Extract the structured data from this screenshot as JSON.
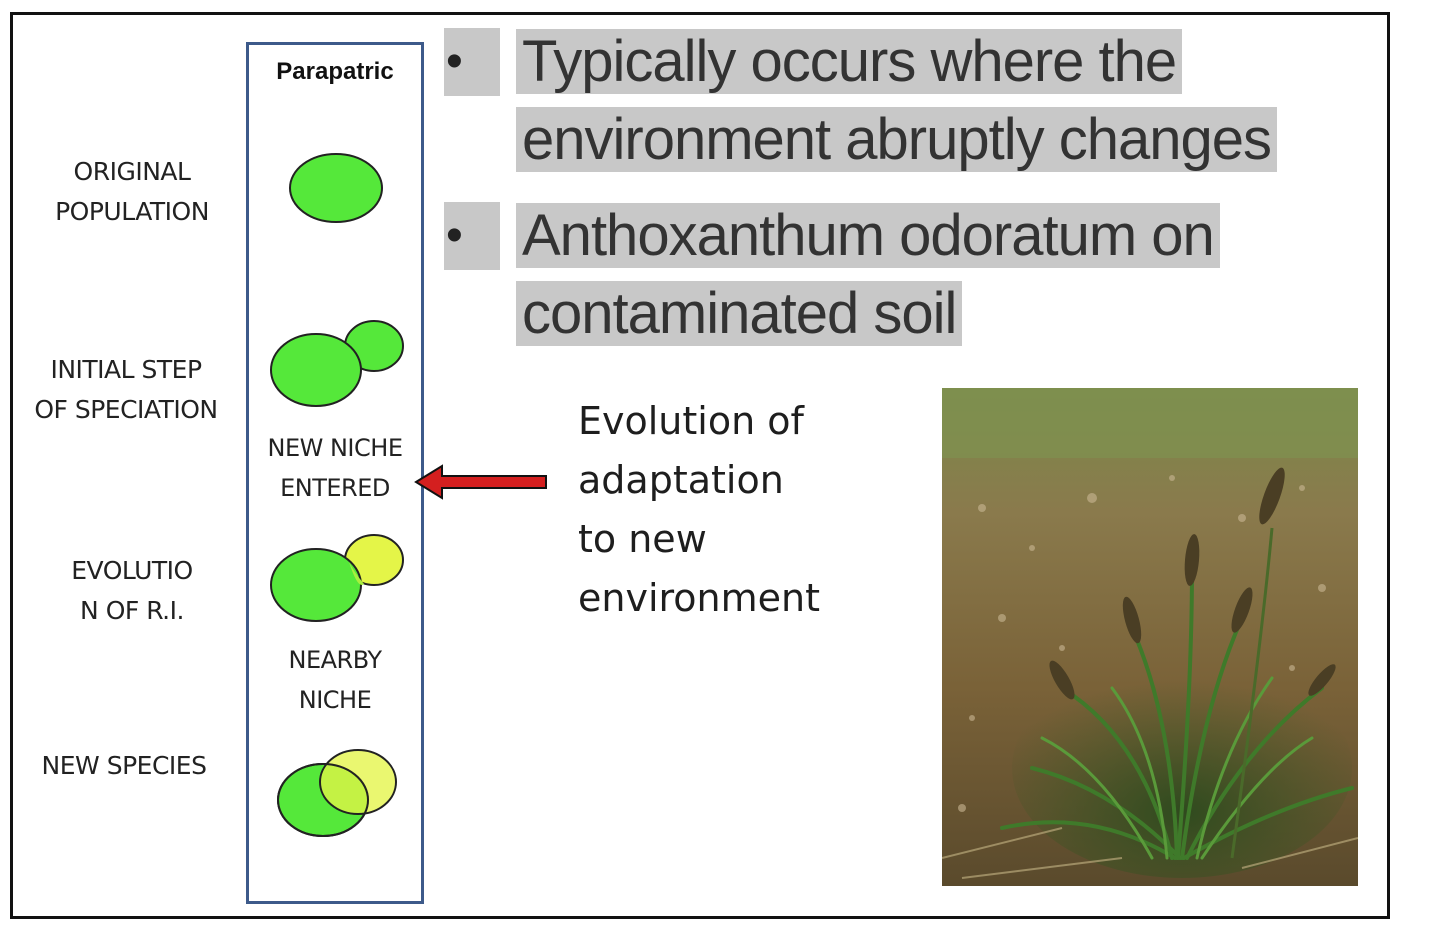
{
  "diagram": {
    "column_title": "Parapatric",
    "stages": [
      {
        "line1": "ORIGINAL",
        "line2": "POPULATION"
      },
      {
        "line1": "INITIAL STEP",
        "line2": "OF SPECIATION"
      },
      {
        "line1": "EVOLUTIO",
        "line2": "N OF R.I."
      },
      {
        "line1": "NEW SPECIES",
        "line2": ""
      }
    ],
    "niche_labels": [
      {
        "line1": "NEW NICHE",
        "line2": "ENTERED"
      },
      {
        "line1": "NEARBY",
        "line2": "NICHE"
      }
    ],
    "colors": {
      "population_green": "#55e83a",
      "new_species_yellow": "#e4f548",
      "column_border": "#3d5a8a",
      "arrow_red": "#d41f1f",
      "highlight_gray": "#c8c8c8"
    }
  },
  "bullets": [
    {
      "line1": "Typically occurs where the",
      "line2": "environment abruptly changes"
    },
    {
      "line1": "Anthoxanthum odoratum on",
      "line2": "contaminated soil"
    }
  ],
  "annotation": {
    "lines": [
      "Evolution of",
      "adaptation",
      "to new",
      "environment"
    ]
  },
  "photo": {
    "subject": "grass-tuft-photo"
  }
}
